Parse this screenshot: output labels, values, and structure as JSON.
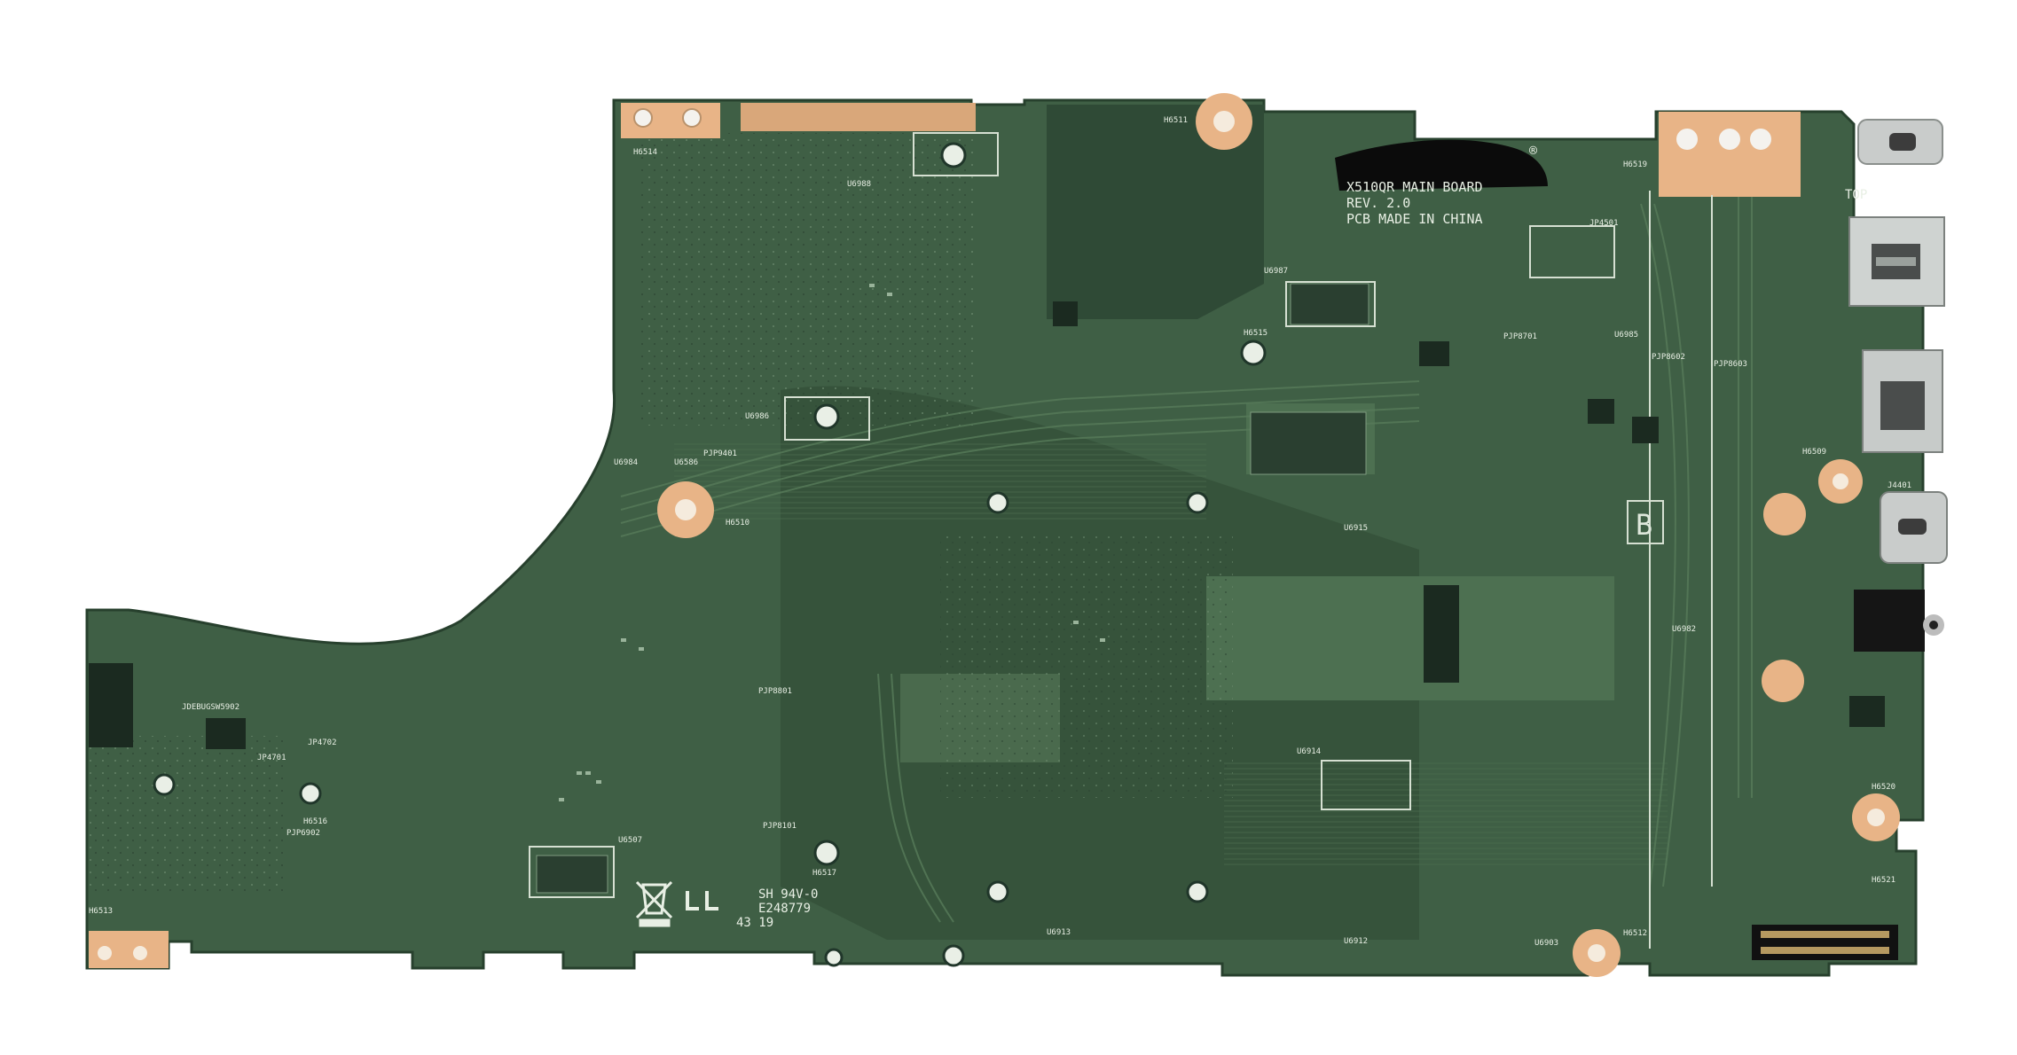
{
  "board": {
    "model_text": "X510QR MAIN BOARD",
    "revision": "REV. 2.0",
    "made_in": "PCB MADE IN CHINA",
    "registered_mark": "®",
    "top_label": "TOP",
    "flammability": "SH 94V-0",
    "ul_file": "E248779",
    "date_code": "43 19",
    "section_mark": "B"
  },
  "labels": {
    "h6514": "H6514",
    "u6988": "U6988",
    "h6511": "H6511",
    "h6519": "H6519",
    "u6987": "U6987",
    "jp4501": "JP4501",
    "h6515": "H6515",
    "pjp8701": "PJP8701",
    "u6985": "U6985",
    "pjp8602": "PJP8602",
    "pjp8603": "PJP8603",
    "u6986": "U6986",
    "u6984": "U6984",
    "u6586": "U6586",
    "pjp9401": "PJP9401",
    "h6510": "H6510",
    "u6915": "U6915",
    "h6509": "H6509",
    "j4401": "J4401",
    "u6982": "U6982",
    "jdebug": "JDEBUGSW5902",
    "jp4702": "JP4702",
    "jp4701": "JP4701",
    "h6516": "H6516",
    "pjp6902": "PJP6902",
    "pjp8801": "PJP8801",
    "pjp8101": "PJP8101",
    "u6507": "U6507",
    "h6517": "H6517",
    "u6914": "U6914",
    "h6520": "H6520",
    "h6521": "H6521",
    "h6513": "H6513",
    "u6913": "U6913",
    "u6912": "U6912",
    "u6903": "U6903",
    "h6512": "H6512"
  },
  "colors": {
    "background": "#ffffff",
    "pcb": "#3f5f45",
    "pcb_dark": "#2f4a36",
    "pcb_light": "#4d7051",
    "copper_pad": "#e8b487",
    "silkscreen": "#e8efe4",
    "connector_metal": "#c9cccb"
  }
}
